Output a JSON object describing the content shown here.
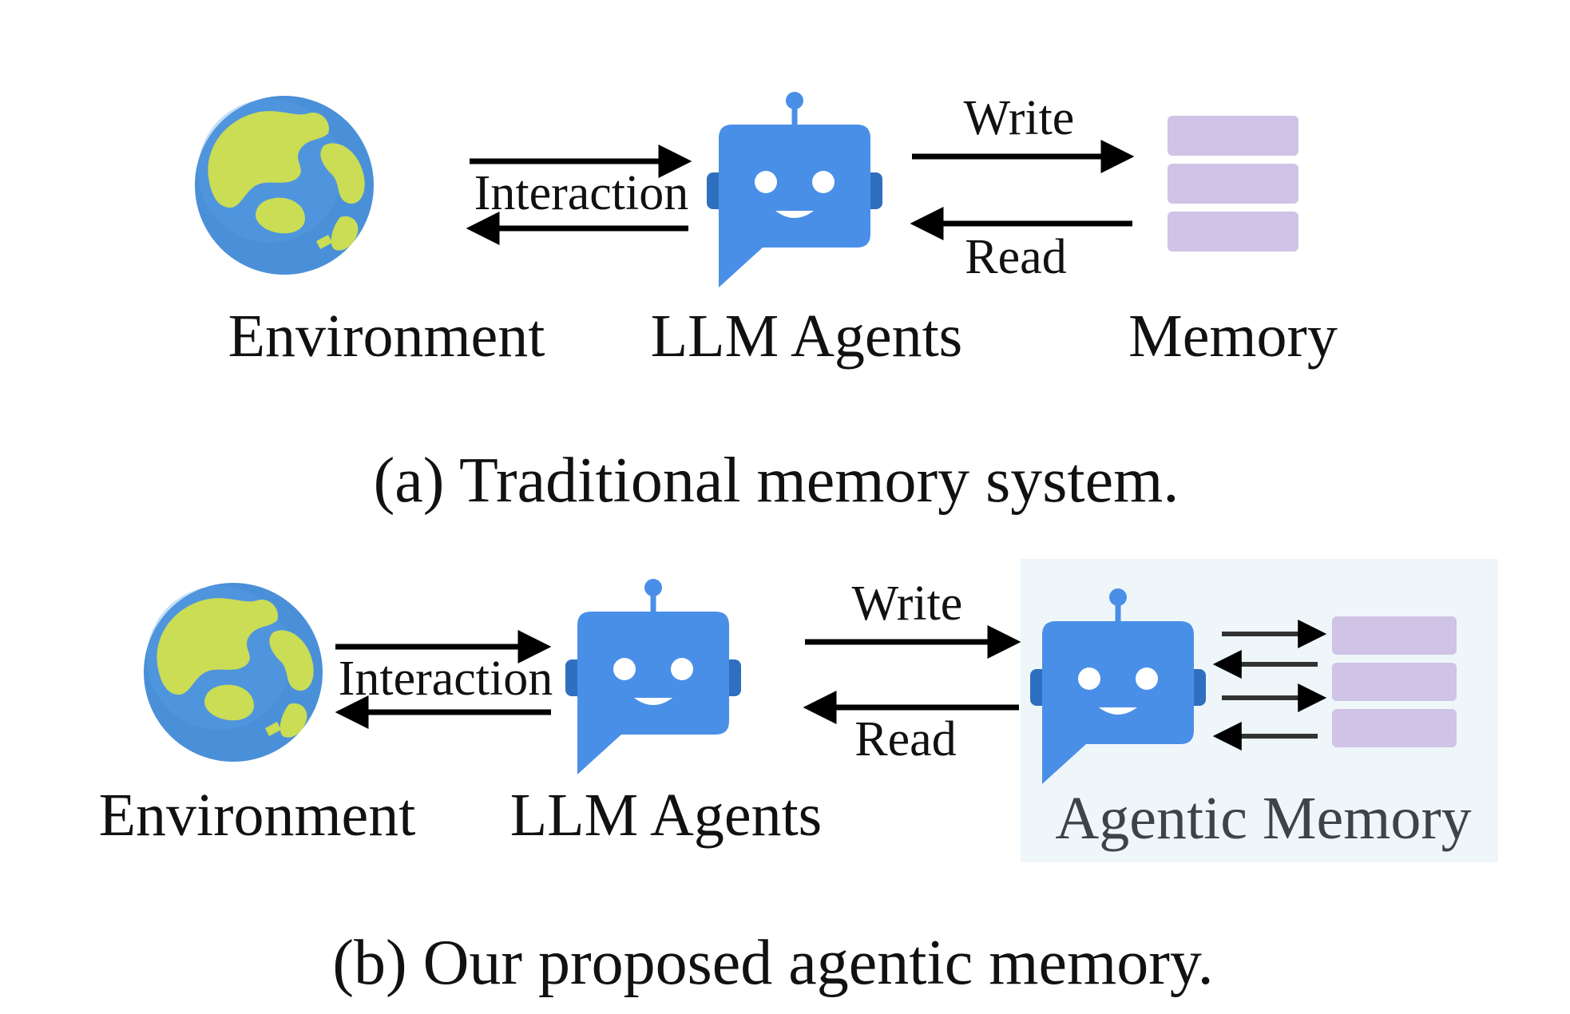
{
  "colors": {
    "globe_ocean": "#4a90d9",
    "globe_land": "#cbdc55",
    "robot_body": "#4a8fe7",
    "robot_ear": "#2f6fbf",
    "memory_block": "#cfc3e6",
    "agentic_memory_bg": "#eff6fa",
    "arrow": "#000000"
  },
  "panel_a": {
    "environment_label": "Environment",
    "agents_label": "LLM Agents",
    "memory_label": "Memory",
    "interaction_label": "Interaction",
    "write_label": "Write",
    "read_label": "Read",
    "caption": "(a)  Traditional memory system.",
    "icons": [
      "globe-icon",
      "robot-icon",
      "memory-stack-icon"
    ]
  },
  "panel_b": {
    "environment_label": "Environment",
    "agents_label": "LLM Agents",
    "memory_label": "Agentic Memory",
    "interaction_label": "Interaction",
    "write_label": "Write",
    "read_label": "Read",
    "caption": "(b)  Our proposed agentic memory.",
    "icons": [
      "globe-icon",
      "robot-icon",
      "robot-icon",
      "memory-stack-icon"
    ]
  }
}
